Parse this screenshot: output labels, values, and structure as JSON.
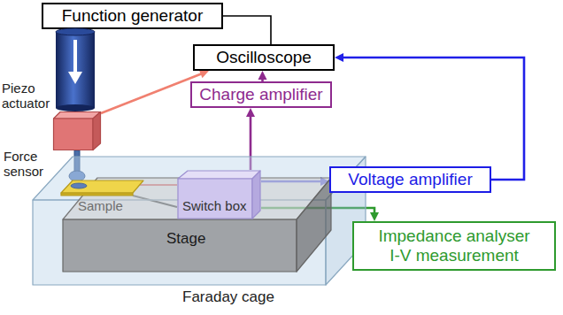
{
  "diagram": {
    "nodes": [
      {
        "text": [
          "Function generator"
        ]
      },
      {
        "text": [
          "Piezo actuator"
        ]
      },
      {
        "text": [
          "Force sensor"
        ]
      },
      {
        "text": [
          "Oscilloscope"
        ]
      },
      {
        "text": [
          "Charge amplifier"
        ]
      },
      {
        "text": [
          "Faraday cage"
        ]
      },
      {
        "text": [
          "Stage"
        ],
        "in": 5
      },
      {
        "text": [
          "Sample"
        ],
        "in": 6
      },
      {
        "text": [
          "Switch box"
        ],
        "in": 6
      },
      {
        "text": [
          "Voltage amplifier"
        ]
      },
      {
        "text": [
          "Impedance analyser",
          "I-V measurement"
        ]
      }
    ],
    "edges": [
      {
        "from": 0,
        "to": 3,
        "arrow": "none"
      },
      {
        "from": 2,
        "to": 3,
        "arrow": "to"
      },
      {
        "from": 4,
        "to": 3,
        "arrow": "to"
      },
      {
        "from": 8,
        "to": 4,
        "arrow": "to"
      },
      {
        "from": 8,
        "to": 9,
        "arrow": "to"
      },
      {
        "from": 9,
        "to": 3,
        "arrow": "to"
      },
      {
        "from": 8,
        "to": 10,
        "arrow": "to"
      }
    ]
  }
}
